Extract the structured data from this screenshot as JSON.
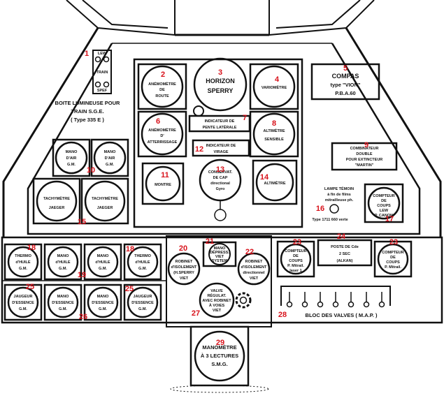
{
  "colors": {
    "ink": "#111111",
    "number": "#d8121b",
    "paper": "#ffffff"
  },
  "callouts": [
    {
      "n": "1"
    },
    {
      "n": "2"
    },
    {
      "n": "3"
    },
    {
      "n": "4"
    },
    {
      "n": "5"
    },
    {
      "n": "6"
    },
    {
      "n": "7"
    },
    {
      "n": "8"
    },
    {
      "n": "9"
    },
    {
      "n": "10"
    },
    {
      "n": "11"
    },
    {
      "n": "12"
    },
    {
      "n": "13"
    },
    {
      "n": "14"
    },
    {
      "n": "15"
    },
    {
      "n": "16"
    },
    {
      "n": "17"
    },
    {
      "n": "18"
    },
    {
      "n": "18"
    },
    {
      "n": "19"
    },
    {
      "n": "20"
    },
    {
      "n": "21"
    },
    {
      "n": "22"
    },
    {
      "n": "23"
    },
    {
      "n": "23"
    },
    {
      "n": "24"
    },
    {
      "n": "25"
    },
    {
      "n": "25"
    },
    {
      "n": "26"
    },
    {
      "n": "27"
    },
    {
      "n": "28"
    },
    {
      "n": "29"
    }
  ],
  "labels": {
    "lum_box": {
      "top": "LEW",
      "mid": "TRAIN",
      "bot": "SPEF"
    },
    "boite": {
      "l1": "BOITE LUMINEUSE POUR",
      "l2": "TRAIN S.G.E.",
      "l3": "( Type 335 E )"
    },
    "anemo_route": {
      "l1": "ANÉMOMÈTRE",
      "l2": "DE",
      "l3": "ROUTE"
    },
    "horizon": {
      "l1": "HORIZON",
      "l2": "SPERRY"
    },
    "vario": {
      "l1": "VARIOMÈTRE"
    },
    "compas": {
      "l1": "COMPAS",
      "l2": "type \"VION\"",
      "l3": "P.B.A.60"
    },
    "anemo_att": {
      "l1": "ANÉMOMÈTRE",
      "l2": "D'",
      "l3": "ATTERRISSAGE"
    },
    "pente": {
      "l1": "INDICATEUR DE",
      "l2": "PENTE LATÉRALE"
    },
    "alti_sens": {
      "l1": "ALTIMÈTRE",
      "l2": "SENSIBLE"
    },
    "combi": {
      "l1": "COMBINATEUR",
      "l2": "DOUBLE",
      "l3": "POUR EXTINCTEUR",
      "l4": "\"MARTIN\""
    },
    "mano_air_1": {
      "l1": "MANO",
      "l2": "D'AIR",
      "l3": "G.M."
    },
    "mano_air_2": {
      "l1": "MANO",
      "l2": "D'AIR",
      "l3": "G.M."
    },
    "montre": {
      "l1": "MONTRE"
    },
    "virage": {
      "l1": "INDICATEUR DE",
      "l2": "VIRAGE"
    },
    "conserv": {
      "l1": "CONSERVAT.",
      "l2": "DE CAP",
      "l3": "directional",
      "l4": "Gyro"
    },
    "altimetre": {
      "l1": "ALTIMÈTRE"
    },
    "tachy_1": {
      "l1": "TACHYMÈTRE",
      "l2": "JAEGER"
    },
    "tachy_2": {
      "l1": "TACHYMÈTRE",
      "l2": "JAEGER"
    },
    "lampe": {
      "l1": "LAMPE TÉMOIN",
      "l2": "à fin de films",
      "l3": "mitrailleuse ph.",
      "l4": "Type 1711 660 verte"
    },
    "compt_coups_lew": {
      "l1": "COMPTEUR",
      "l2": "DE",
      "l3": "COUPS",
      "l4": "LEW",
      "l5": "P. CANON"
    },
    "thermo_1": {
      "l1": "THERMO",
      "l2": "d'HUILE",
      "l3": "G.M."
    },
    "mano_huile_1": {
      "l1": "MANO",
      "l2": "d'HUILE",
      "l3": "G.M."
    },
    "mano_huile_2": {
      "l1": "MANO",
      "l2": "d'HUILE",
      "l3": "G.M."
    },
    "thermo_2": {
      "l1": "THERMO",
      "l2": "d'HUILE",
      "l3": "G.M."
    },
    "robinet_1": {
      "l1": "ROBINET",
      "l2": "d'ISOLEMENT",
      "l3": "(H.SPERRY",
      "l4": "VIET"
    },
    "mano_depress": {
      "l1": "MANO",
      "l2": "DÉPRESS.",
      "l3": "VIET",
      "l4": "SYSTEM"
    },
    "robinet_2": {
      "l1": "ROBINET",
      "l2": "d'ISOLEMENT",
      "l3": "directionnel",
      "l4": "VIET"
    },
    "poste": {
      "l1": "POSTE DE Cde",
      "l2": "2 SEC",
      "l3": "(ALKAN)"
    },
    "compt_coups_mitr_1": {
      "l1": "COMPTEUR",
      "l2": "DE",
      "l3": "COUPS",
      "l4": "P. Mitrail.",
      "l5": "laser 1"
    },
    "compt_coups_mitr_2": {
      "l1": "COMPTEUR",
      "l2": "DE",
      "l3": "COUPS",
      "l4": "P. Mitrail."
    },
    "jauge_1": {
      "l1": "JAUGEUR",
      "l2": "D'ESSENCE",
      "l3": "G.M."
    },
    "mano_ess_1": {
      "l1": "MANO",
      "l2": "D'ESSENCE",
      "l3": "G.M."
    },
    "mano_ess_2": {
      "l1": "MANO",
      "l2": "D'ESSENCE",
      "l3": "G.M."
    },
    "jauge_2": {
      "l1": "JAUGEUR",
      "l2": "D'ESSENCE",
      "l3": "G.M."
    },
    "valve": {
      "l1": "VALVE",
      "l2": "RÉGULAT.",
      "l3": "AVEC ROBINET",
      "l4": "À VOIES",
      "l5": "VIET"
    },
    "bloc_valves": {
      "l1": "BLOC DES VALVES ( M.A.P. )"
    },
    "mano_3": {
      "l1": "MANOMÈTRE",
      "l2": "À 3 LECTURES",
      "l3": "S.M.G."
    }
  }
}
